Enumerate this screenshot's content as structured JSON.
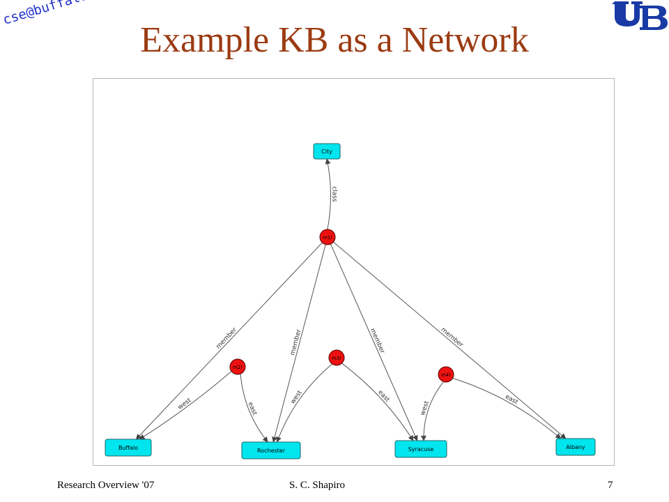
{
  "brand": "cse@buffalo",
  "title": "Example KB as a Network",
  "footer": {
    "left": "Research Overview '07",
    "center": "S. C. Shapiro",
    "right": "7"
  },
  "diagram": {
    "nodes": [
      {
        "id": "city",
        "label": "City",
        "shape": "box"
      },
      {
        "id": "m1",
        "label": "m1!",
        "shape": "circle"
      },
      {
        "id": "m2",
        "label": "m2!",
        "shape": "circle"
      },
      {
        "id": "m3",
        "label": "m3!",
        "shape": "circle"
      },
      {
        "id": "m4",
        "label": "m4!",
        "shape": "circle"
      },
      {
        "id": "buffalo",
        "label": "Buffalo",
        "shape": "box"
      },
      {
        "id": "rochester",
        "label": "Rochester",
        "shape": "box"
      },
      {
        "id": "syracuse",
        "label": "Syracuse",
        "shape": "box"
      },
      {
        "id": "albany",
        "label": "Albany",
        "shape": "box"
      }
    ],
    "edges": [
      {
        "from": "m1",
        "to": "city",
        "label": "class"
      },
      {
        "from": "m1",
        "to": "buffalo",
        "label": "member"
      },
      {
        "from": "m1",
        "to": "rochester",
        "label": "member"
      },
      {
        "from": "m1",
        "to": "syracuse",
        "label": "member"
      },
      {
        "from": "m1",
        "to": "albany",
        "label": "member"
      },
      {
        "from": "m2",
        "to": "buffalo",
        "label": "west"
      },
      {
        "from": "m2",
        "to": "rochester",
        "label": "east"
      },
      {
        "from": "m3",
        "to": "rochester",
        "label": "west"
      },
      {
        "from": "m3",
        "to": "syracuse",
        "label": "east"
      },
      {
        "from": "m4",
        "to": "syracuse",
        "label": "west"
      },
      {
        "from": "m4",
        "to": "albany",
        "label": "east"
      }
    ],
    "colors": {
      "box": "#00e5ee",
      "circle": "#ee1111",
      "edge": "#555555"
    }
  }
}
